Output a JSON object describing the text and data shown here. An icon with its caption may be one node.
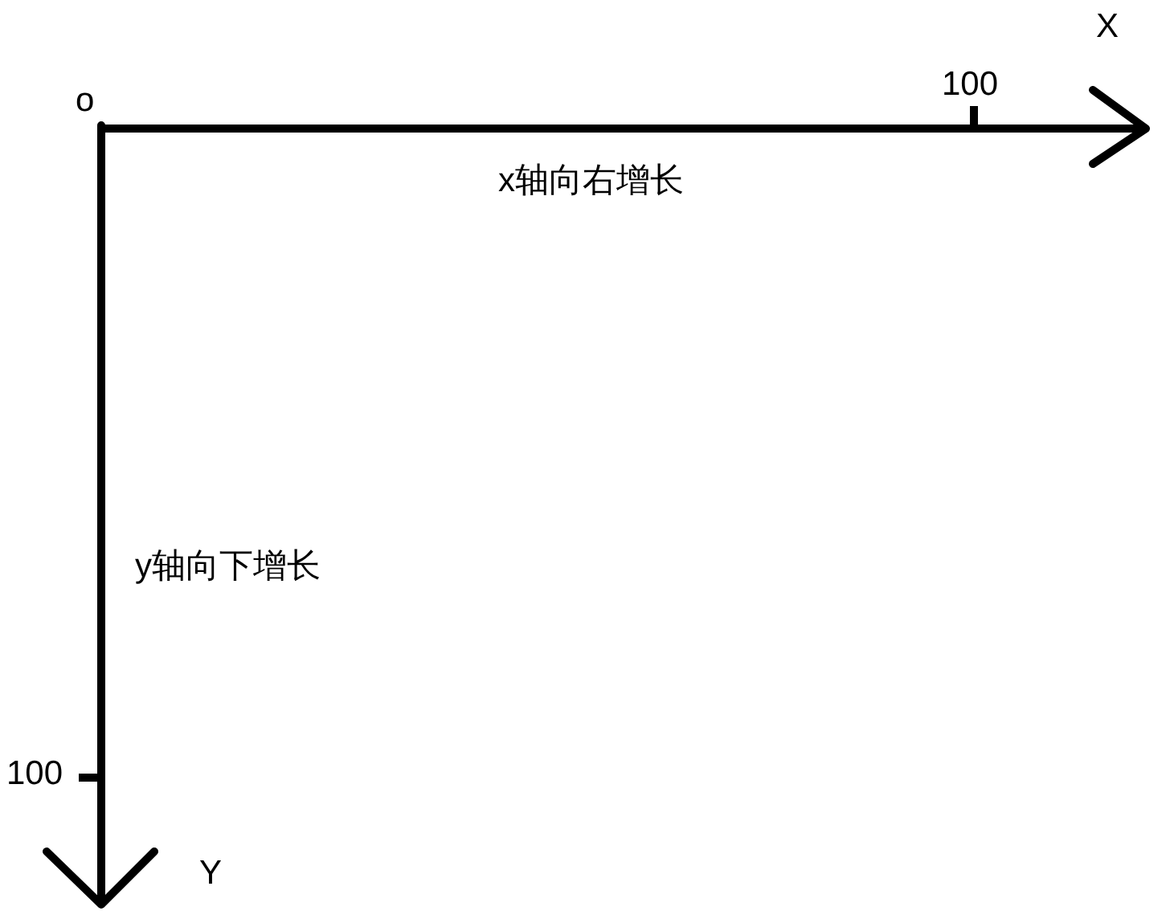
{
  "diagram": {
    "labels": [
      "X",
      "100",
      "o",
      "x轴向右增长",
      "y轴向下增长",
      "100",
      "Y"
    ]
  }
}
